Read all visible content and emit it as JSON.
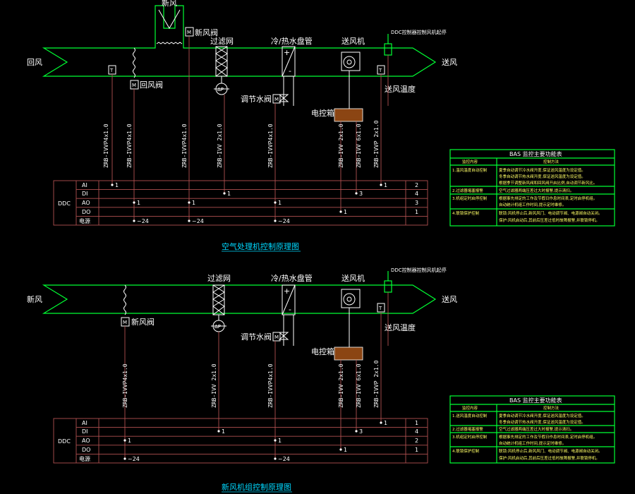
{
  "colors": {
    "duct": "#00ff33",
    "wire": "#b05050",
    "text": "#ffffff",
    "caption": "#00d8ff",
    "table_text": "#ffff66",
    "cabinet": "#8b4513"
  },
  "diagram1": {
    "caption": "空气处理机控制原理图",
    "labels": {
      "fresh_air": "新风",
      "return_air": "回风",
      "supply_air": "送风",
      "fresh_damper": "新风阀",
      "return_damper": "回风阀",
      "filter": "过滤网",
      "coil": "冷/热水盘管",
      "fan": "送风机",
      "valve": "调节水阀",
      "cabinet": "电控箱",
      "supply_temp": "送风温度",
      "humid_note": "DDC控制器控制风机起停",
      "m": "M",
      "t": "T",
      "dp": "ΔP",
      "plus": "+",
      "minus": "-"
    },
    "cables": [
      "ZRB-IVVP4x1.0",
      "ZRB-IVVP4x1.0",
      "ZRB-IVVP4x1.0",
      "ZRB-IVV 2x1.0",
      "ZRB-IVVP4x1.0",
      "ZRB-IVV 2x1.0",
      "ZRB-IVV 6x1.0",
      "ZRB-IVVP 2x1.0"
    ],
    "ddc": {
      "label": "DDC",
      "rows": [
        "AI",
        "DI",
        "AO",
        "DO",
        "电源"
      ],
      "counts": [
        "2",
        "4",
        "3",
        "1",
        ""
      ],
      "points": [
        {
          "row": 0,
          "text": "1"
        },
        {
          "row": 0,
          "text": "1"
        },
        {
          "row": 1,
          "text": "1"
        },
        {
          "row": 1,
          "text": "3"
        },
        {
          "row": 2,
          "text": "1"
        },
        {
          "row": 2,
          "text": "1"
        },
        {
          "row": 2,
          "text": "1"
        },
        {
          "row": 3,
          "text": "1"
        },
        {
          "row": 4,
          "text": "~24"
        },
        {
          "row": 4,
          "text": "~24"
        },
        {
          "row": 4,
          "text": "~24"
        }
      ]
    },
    "table": {
      "title": "BAS 监控主要功能表",
      "head": [
        "监控内容",
        "控制方法"
      ],
      "rows": [
        [
          "1.温风温度自动控制",
          "夏季自动调节冷水阀开度,保证送风温度为设定值。",
          "冬季自动调节热水阀开度,保证送风温度为设定值。",
          "根据季节调整新风阀和回风阀开启比例,自动调节新风比。"
        ],
        [
          "2.过滤器堵塞报警",
          "空气过滤器两端压差过大时报警,提示清扫。"
        ],
        [
          "3.机组定时启停控制",
          "根据事先排定的工作及节假日作息时间表,定时启停机组。",
          "自动统计机组工作时间,提示定时维修。"
        ],
        [
          "4.联锁保护控制",
          "联锁:风机停止后,新风风门、电动调节阀、电源阀自动关闭。",
          "保护:风机启动后,其前后压差过低时故障报警,并联锁停机。"
        ]
      ]
    }
  },
  "diagram2": {
    "caption": "新风机组控制原理图",
    "labels": {
      "fresh_air": "新风",
      "supply_air": "送风",
      "fresh_damper": "新风阀",
      "filter": "过滤网",
      "coil": "冷/热水盘管",
      "fan": "送风机",
      "valve": "调节水阀",
      "cabinet": "电控箱",
      "supply_temp": "送风温度",
      "humid_note": "DDC控制器控制风机起停",
      "m": "M",
      "t": "T",
      "dp": "ΔP",
      "plus": "+",
      "minus": "-"
    },
    "cables": [
      "ZRB-IVVP4x1.0",
      "ZRB-IVV 2x1.0",
      "ZRB-IVVP4x1.0",
      "ZRB-IVV 2x1.0",
      "ZRB-IVV 6x1.0",
      "ZRB-IVVP 2x1.0"
    ],
    "ddc": {
      "label": "DDC",
      "rows": [
        "AI",
        "DI",
        "AO",
        "DO",
        "电源"
      ],
      "counts": [
        "1",
        "4",
        "2",
        "1",
        ""
      ],
      "points": [
        {
          "row": 0,
          "text": "1"
        },
        {
          "row": 1,
          "text": "1"
        },
        {
          "row": 1,
          "text": "3"
        },
        {
          "row": 2,
          "text": "1"
        },
        {
          "row": 2,
          "text": "1"
        },
        {
          "row": 3,
          "text": "1"
        },
        {
          "row": 4,
          "text": "~24"
        },
        {
          "row": 4,
          "text": "~24"
        }
      ]
    },
    "table": {
      "title": "BAS 监控主要功能表",
      "head": [
        "监控内容",
        "控制方法"
      ],
      "rows": [
        [
          "1.送风温度自动控制",
          "夏季自动调节冷水阀开度,保证送风温度为设定值。",
          "冬季自动调节热水阀开度,保证送风温度为设定值。"
        ],
        [
          "2.过滤器堵塞报警",
          "空气过滤器两端压差过大时报警,提示清扫。"
        ],
        [
          "3.机组定时启停控制",
          "根据事先排定的工作及节假日作息时间表,定时启停机组。",
          "自动统计机组工作时间,提示定时维修。"
        ],
        [
          "4.联锁保护控制",
          "联锁:风机停止后,新风风门、电动调节阀、电源阀自动关闭。",
          "保护:风机启动后,其前后压差过低时故障报警,并联锁停机。"
        ]
      ]
    }
  }
}
